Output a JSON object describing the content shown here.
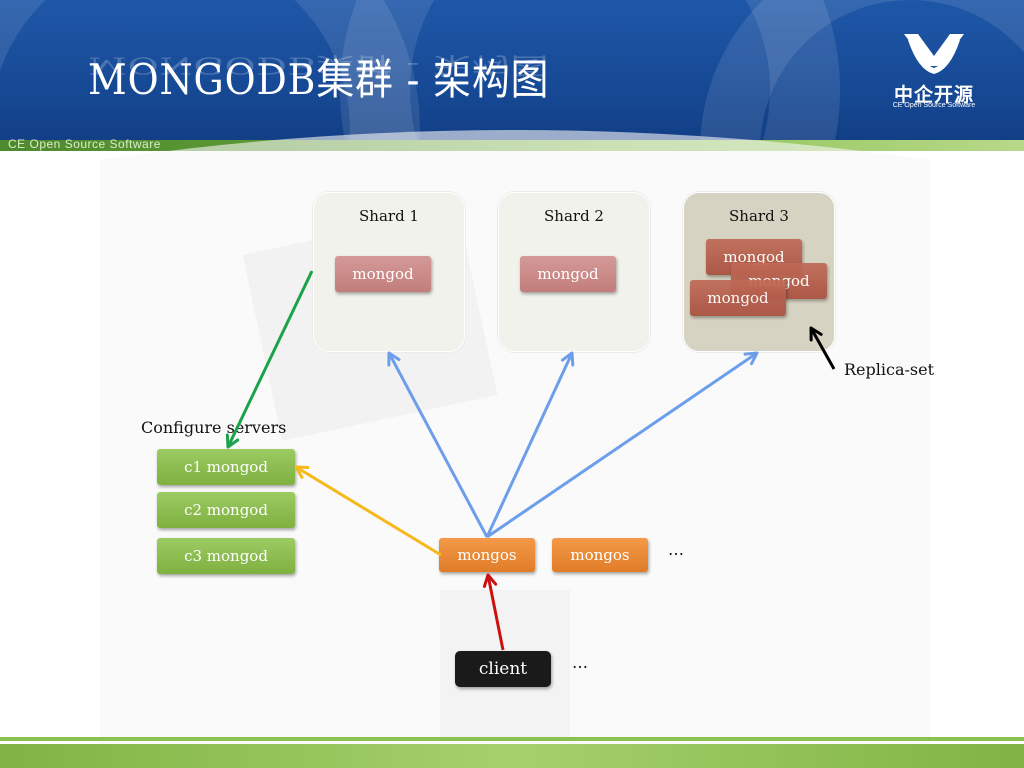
{
  "header": {
    "title": "MONGODB集群  -  架构图",
    "logo_name": "中企开源",
    "logo_sub": "CE Open Source Software",
    "stripe_text": "CE Open Source Software"
  },
  "diagram": {
    "shards": [
      {
        "label": "Shard 1",
        "nodes": [
          "mongod"
        ]
      },
      {
        "label": "Shard 2",
        "nodes": [
          "mongod"
        ]
      },
      {
        "label": "Shard 3",
        "nodes": [
          "mongod",
          "mongod",
          "mongod"
        ]
      }
    ],
    "replica_label": "Replica-set",
    "config_label": "Configure servers",
    "config_servers": [
      "c1 mongod",
      "c2 mongod",
      "c3 mongod"
    ],
    "routers": [
      "mongos",
      "mongos"
    ],
    "router_ellipsis": "…",
    "client": "client",
    "client_ellipsis": "…",
    "colors": {
      "router_to_shard": "#6d9eeb",
      "router_to_config": "#f6b81a",
      "shard_to_config": "#1aa34a",
      "client_to_router": "#cc1111",
      "replica_pointer": "#000000"
    }
  }
}
